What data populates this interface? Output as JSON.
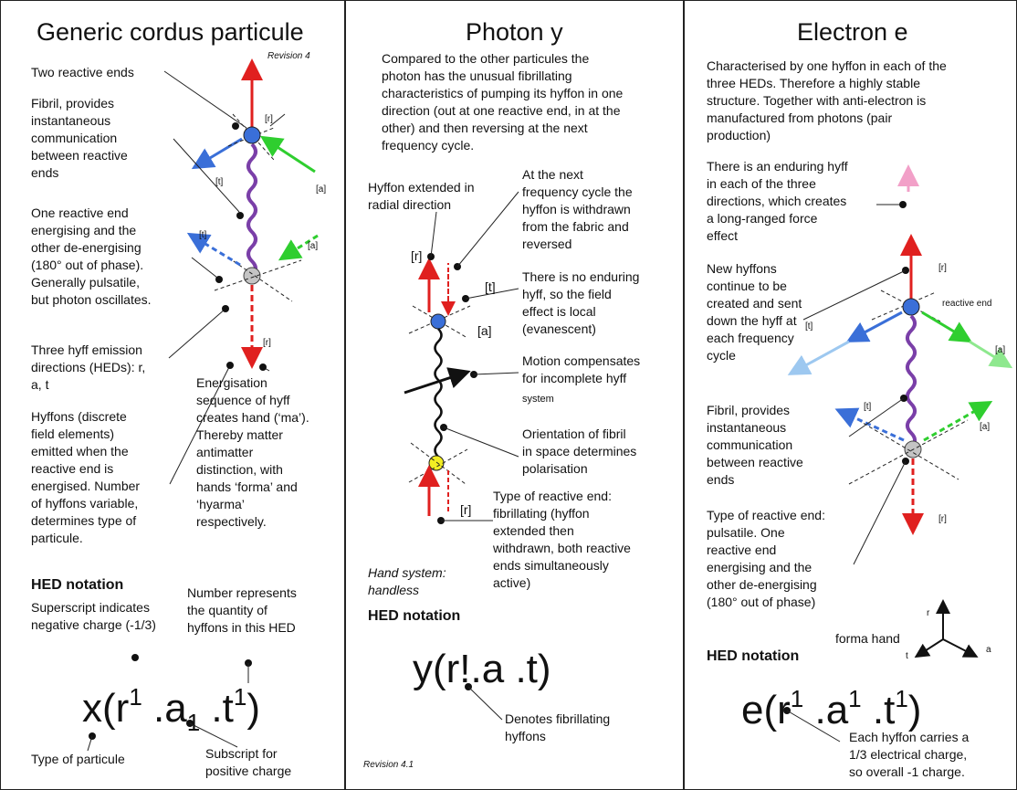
{
  "colors": {
    "red": "#e0201f",
    "blue": "#3a6fd8",
    "green": "#2fce2f",
    "purple": "#7a3fa8",
    "lightblue": "#9dc8f0",
    "lightgreen": "#8ee88e",
    "pink": "#f2a0c8",
    "yellow": "#f3ee23",
    "grey": "#c4c4c4"
  },
  "panel1": {
    "title": "Generic cordus particule",
    "revision": "Revision 4",
    "text_ends": "Two reactive ends",
    "text_fibril": [
      "Fibril, provides",
      "instantaneous",
      "communication",
      "between reactive",
      "ends"
    ],
    "text_energising": [
      "One reactive end",
      "energising and the",
      "other de-energising",
      "(180° out of phase).",
      "Generally pulsatile,",
      "but photon oscillates."
    ],
    "text_heds": [
      "Three hyff emission",
      "directions (HEDs): r,",
      "a, t"
    ],
    "text_hyffons": [
      "Hyffons (discrete",
      "field elements)",
      "emitted when the",
      "reactive end is",
      "energised. Number",
      "of hyffons variable,",
      "determines type of",
      "particule."
    ],
    "text_sequence": [
      "Energisation",
      "sequence of hyff",
      "creates hand (‘ma’).",
      "Thereby matter",
      "antimatter",
      "distinction, with",
      "hands ‘forma’ and",
      "‘hyarma’",
      "respectively."
    ],
    "hed_notation": "HED notation",
    "text_superscript": [
      "Superscript indicates",
      "negative charge (-1/3)"
    ],
    "text_number": [
      "Number represents",
      "the quantity of",
      "hyffons in this HED"
    ],
    "formula": {
      "a": "x(r",
      "b": "1",
      "c": " .a",
      "d": "1",
      "e": " .t",
      "f": "1",
      "g": ")"
    },
    "text_type": "Type of particule",
    "text_subscript": [
      "Subscript for",
      "positive charge"
    ],
    "labels": {
      "r": "[r]",
      "t": "[t]",
      "a": "[a]",
      "t2": "[t]",
      "a2": "[a]",
      "r2": "[r]"
    }
  },
  "panel2": {
    "title": "Photon y",
    "intro": [
      "Compared to the other particules the",
      "photon has the unusual fibrillating",
      "characteristics of pumping its hyffon in one",
      "direction (out at one reactive end, in at the",
      "other) and then reversing at the next",
      "frequency cycle."
    ],
    "text_extended": [
      "Hyffon extended in",
      "radial direction"
    ],
    "text_next": [
      "At the next",
      "frequency cycle the",
      "hyffon is withdrawn",
      "from the fabric and",
      "reversed"
    ],
    "text_enduring": [
      "There is no enduring",
      "hyff, so the field",
      "effect is local",
      "(evanescent)"
    ],
    "text_motion": [
      "Motion compensates",
      "for incomplete hyff"
    ],
    "text_system": "system",
    "text_orientation": [
      "Orientation  of fibril",
      "in space determines",
      "polarisation"
    ],
    "text_type": [
      "Type of reactive end:",
      "fibrillating  (hyffon",
      "extended then",
      "withdrawn, both reactive",
      "ends simultaneously",
      "active)"
    ],
    "text_hand": [
      "Hand system:",
      "handless"
    ],
    "hed_notation": "HED notation",
    "formula": "y(r!.a .t)",
    "text_denotes": [
      "Denotes fibrillating",
      "hyffons"
    ],
    "revision": "Revision 4.1",
    "labels": {
      "r": "[r]",
      "t": "[t]",
      "a": "[a]",
      "r2": "[r]"
    }
  },
  "panel3": {
    "title": "Electron e",
    "intro": [
      "Characterised by one hyffon in each of the",
      "three HEDs. Therefore a highly stable",
      "structure. Together with anti-electron is",
      "manufactured from photons (pair",
      "production)"
    ],
    "text_enduring": [
      "There is an enduring hyff",
      "in each of the three",
      "directions, which creates",
      "a long-ranged force",
      "effect"
    ],
    "text_new": [
      "New hyffons",
      "continue to be",
      "created and sent",
      "down the hyff at",
      "each frequency",
      "cycle"
    ],
    "text_fibril": [
      "Fibril, provides",
      "instantaneous",
      "communication",
      "between reactive",
      "ends"
    ],
    "text_type": [
      "Type of reactive end:",
      "pulsatile.  One",
      "reactive end",
      "energising and the",
      "other de-energising",
      "(180° out of phase)"
    ],
    "hed_notation": "HED notation",
    "forma_hand": "forma hand",
    "axes": {
      "r": "r",
      "t": "t",
      "a": "a"
    },
    "reactive_end": "reactive end",
    "formula": {
      "a": "e(r",
      "b": "1",
      "c": " .a",
      "d": "1",
      "e": " .t",
      "f": "1",
      "g": ")"
    },
    "text_charge": [
      "Each hyffon carries a",
      "1/3 electrical charge,",
      "so overall -1 charge."
    ],
    "labels": {
      "r": "[r]",
      "t": "[t]",
      "a": "[a]",
      "t2": "[t]",
      "a2": "[a]",
      "r2": "[r]"
    }
  }
}
